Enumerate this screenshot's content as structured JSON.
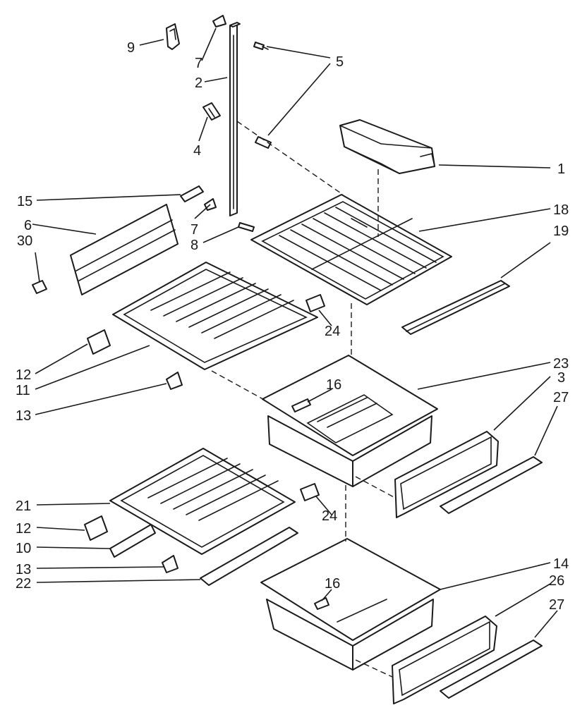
{
  "diagram": {
    "style": "exploded parts view, black line art on white",
    "callouts": [
      {
        "id": "c9a",
        "label": "9"
      },
      {
        "id": "c7a",
        "label": "7"
      },
      {
        "id": "c2",
        "label": "2"
      },
      {
        "id": "c5",
        "label": "5"
      },
      {
        "id": "c4",
        "label": "4"
      },
      {
        "id": "c1",
        "label": "1"
      },
      {
        "id": "c15",
        "label": "15"
      },
      {
        "id": "c18",
        "label": "18"
      },
      {
        "id": "c6",
        "label": "6"
      },
      {
        "id": "c7b",
        "label": "7"
      },
      {
        "id": "c19",
        "label": "19"
      },
      {
        "id": "c30",
        "label": "30"
      },
      {
        "id": "c8",
        "label": "8"
      },
      {
        "id": "c24a",
        "label": "24"
      },
      {
        "id": "c12a",
        "label": "12"
      },
      {
        "id": "c11",
        "label": "11"
      },
      {
        "id": "c23",
        "label": "23"
      },
      {
        "id": "c3",
        "label": "3"
      },
      {
        "id": "c27a",
        "label": "27"
      },
      {
        "id": "c16a",
        "label": "16"
      },
      {
        "id": "c13a",
        "label": "13"
      },
      {
        "id": "c21",
        "label": "21"
      },
      {
        "id": "c24b",
        "label": "24"
      },
      {
        "id": "c12b",
        "label": "12"
      },
      {
        "id": "c10",
        "label": "10"
      },
      {
        "id": "c13b",
        "label": "13"
      },
      {
        "id": "c22",
        "label": "22"
      },
      {
        "id": "c14",
        "label": "14"
      },
      {
        "id": "c26",
        "label": "26"
      },
      {
        "id": "c16b",
        "label": "16"
      },
      {
        "id": "c27b",
        "label": "27"
      }
    ]
  }
}
